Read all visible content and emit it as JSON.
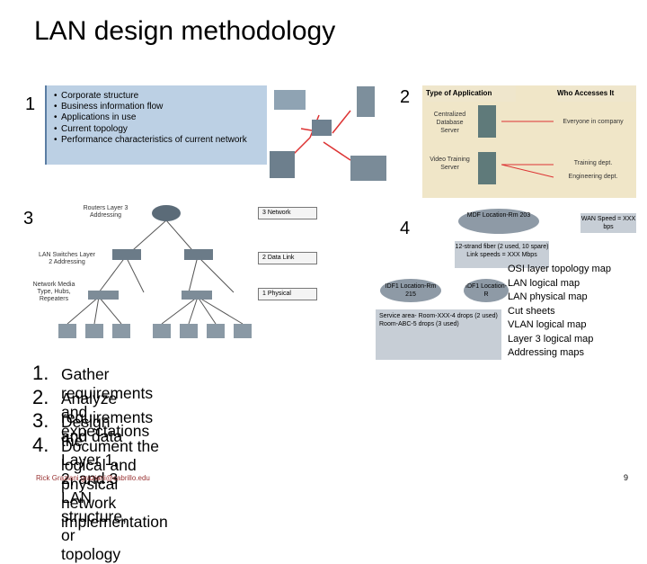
{
  "title": "LAN design methodology",
  "panel1": {
    "number": "1",
    "items": [
      "Corporate structure",
      "Business information flow",
      "Applications in use",
      "Current topology",
      "Performance characteristics of current network"
    ]
  },
  "panel2": {
    "number": "2",
    "header_left": "Type of Application",
    "header_right": "Who Accesses It",
    "row1_app": "Centralized Database Server",
    "row1_who": "Everyone in company",
    "row2_app": "Video Training Server",
    "row2_who1": "Training dept.",
    "row2_who2": "Engineering dept."
  },
  "panel3": {
    "number": "3",
    "routers": "Routers Layer 3 Addressing",
    "switches": "LAN Switches Layer 2 Addressing",
    "media": "Network Media Type, Hubs, Repeaters",
    "layer3": "3 Network",
    "layer2": "2 Data Link",
    "layer1": "1 Physical"
  },
  "panel4": {
    "number": "4",
    "mdf": "MDF Location-Rm 203",
    "wan": "WAN Speed = XXX bps",
    "fiber": "12-strand fiber (2 used, 10 spare) Link speeds = XXX Mbps",
    "idf1": "IDF1 Location-Rm 215",
    "idf2": "IDF1 Location-R",
    "service": "Service area- Room-XXX-4 drops (2 used) Room-ABC-5 drops (3 used)"
  },
  "right_list": [
    "OSI layer topology map",
    "LAN logical map",
    "LAN physical map",
    "Cut sheets",
    "VLAN logical map",
    "Layer 3 logical map",
    "Addressing maps"
  ],
  "steps": [
    {
      "n": "1.",
      "text": "Gather requirements and expectations"
    },
    {
      "n": "2.",
      "text": "Analyze requirements and data"
    },
    {
      "n": "3.",
      "text": "Design the Layer 1, 2, and 3 LAN structure, or topology"
    },
    {
      "n": "4.",
      "text": "Document the logical and physical network implementation"
    }
  ],
  "footer": "Rick Graziani graziani@cabrillo.edu",
  "page_number": "9"
}
